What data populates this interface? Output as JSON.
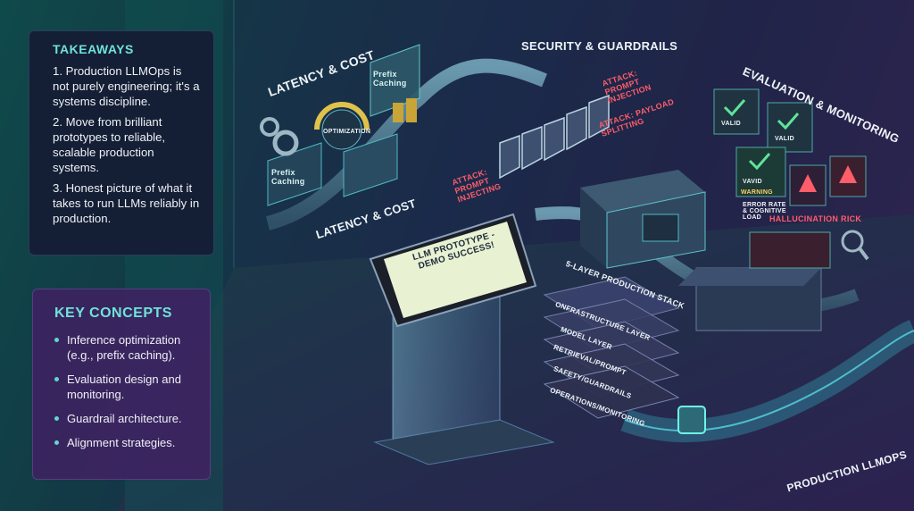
{
  "takeaways": {
    "title": "TAKEAWAYS",
    "items": [
      "1. Production LLMOps is not purely engineering; it's a systems discipline.",
      "2. Move from brilliant prototypes to reliable, scalable production systems.",
      "3. Honest picture of what it takes to run LLMs reliably in production."
    ]
  },
  "key_concepts": {
    "title": "KEY CONCEPTS",
    "items": [
      "Inference optimization (e.g., prefix caching).",
      "Evaluation design and monitoring.",
      "Guardrail architecture.",
      "Alignment strategies."
    ]
  },
  "scene": {
    "latency_top": "LATENCY & COST",
    "latency_bottom": "LATENCY & COST",
    "prefix_caching_card": "Prefix Caching",
    "prefix_caching_box": "Prefix Caching",
    "optimization_gauge": "OPTIMIZATION",
    "security": "SECURITY & GUARDRAILS",
    "attack_prompt_injection": "ATTACK: PROMPT INJECTION",
    "attack_payload_splitting": "ATTACK: PAYLOAD SPLITTING",
    "attack_prompt_injecting": "ATTACK: PROMPT INJECTING",
    "evaluation": "EVALUATION & MONITORING",
    "valid_1": "VALID",
    "valid_2": "VALID",
    "valid_3": "VAVID",
    "warning": "WARNING",
    "error_rate": "ERROR RATE & COGNITIVE LOAD",
    "hallucination": "HALLUCINATION RICK",
    "prototype_screen": "LLM PROTOTYPE - DEMO SUCCESS!",
    "stack_title": "5-LAYER PRODUCTION STACK",
    "layers": [
      "ONFRASTRUCTURE LAYER",
      "MODEL LAYER",
      "RETRIEVAL/PROMPT",
      "SAFETY/GUARDRAILS",
      "OPERATIONS/MONITORING"
    ],
    "production": "PRODUCTION LLMOPS"
  },
  "colors": {
    "accent_teal": "#6fe3d8",
    "attack_red": "#ff5d6a",
    "takeaways_bg": "#141c34",
    "concepts_bg": "#3c2460"
  }
}
